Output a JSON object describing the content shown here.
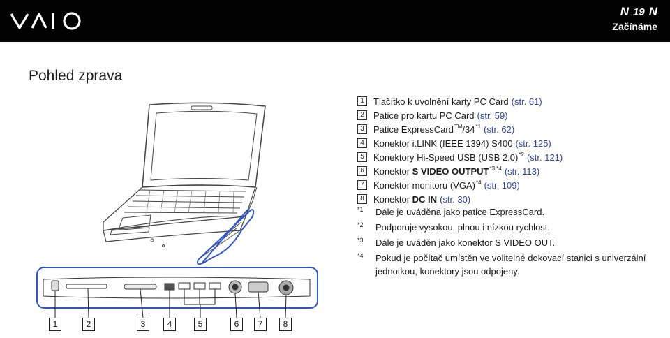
{
  "header": {
    "brand": "VAIO",
    "page_number": "19",
    "nav_prev": "N",
    "nav_next": "N",
    "chapter": "Začínáme"
  },
  "page_title": "Pohled zprava",
  "items": [
    {
      "number": "1",
      "text": "Tlačítko k uvolnění karty PC Card",
      "ref": "(str. 61)"
    },
    {
      "number": "2",
      "text": "Patice pro kartu PC Card",
      "ref": "(str. 59)"
    },
    {
      "number": "3",
      "text": "Patice ExpressCard",
      "tm": "TM",
      "text2": "/34",
      "sup": "*1",
      "ref": "(str. 62)"
    },
    {
      "number": "4",
      "text": "Konektor i.LINK (IEEE 1394) S400",
      "ref": "(str. 125)"
    },
    {
      "number": "5",
      "text": "Konektory Hi-Speed USB (USB 2.0)",
      "sup": "*2",
      "ref": "(str. 121)"
    },
    {
      "number": "6",
      "text": "Konektor",
      "bold": "S VIDEO OUTPUT",
      "sup": "*3 *4",
      "ref": "(str. 113)"
    },
    {
      "number": "7",
      "text": "Konektor monitoru (VGA)",
      "sup": "*4",
      "ref": "(str. 109)"
    },
    {
      "number": "8",
      "text": "Konektor",
      "bold": "DC IN",
      "ref": "(str. 30)"
    }
  ],
  "notes": [
    {
      "marker": "*1",
      "text": "Dále je uváděna jako patice ExpressCard."
    },
    {
      "marker": "*2",
      "text": "Podporuje vysokou, plnou i nízkou rychlost."
    },
    {
      "marker": "*3",
      "text": "Dále je uváděn jako konektor S VIDEO OUT."
    },
    {
      "marker": "*4",
      "text": "Pokud je počítač umístěn ve volitelné dokovací stanici s univerzální jednotkou, konektory jsou odpojeny."
    }
  ],
  "callouts": [
    "1",
    "2",
    "3",
    "4",
    "5",
    "6",
    "7",
    "8"
  ],
  "colors": {
    "header_bg": "#000000",
    "reference_link": "#2e44a8",
    "text": "#1a1a1a"
  }
}
